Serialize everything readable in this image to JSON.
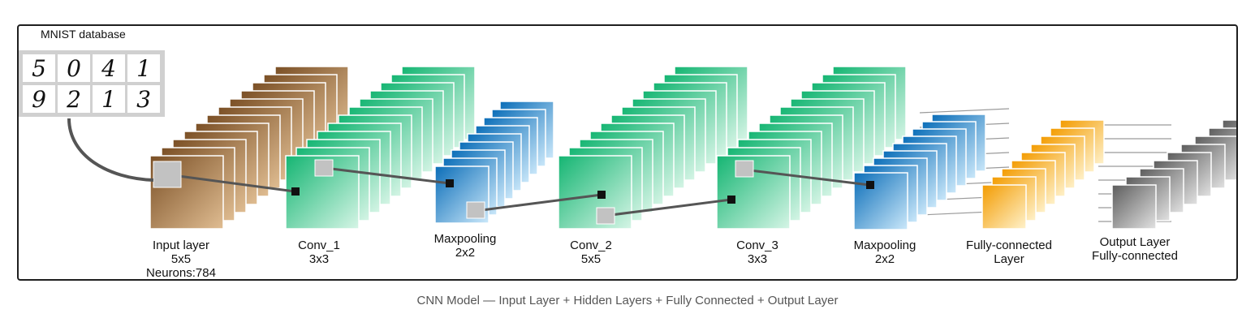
{
  "diagram": {
    "mnist_title": "MNIST database",
    "digits_row1": [
      "5",
      "0",
      "4",
      "1"
    ],
    "digits_row2": [
      "9",
      "2",
      "1",
      "3"
    ],
    "layers": [
      {
        "lines": [
          "Input layer",
          "5x5",
          "Neurons:784"
        ],
        "color": "#a87845"
      },
      {
        "lines": [
          "Conv_1",
          "3x3"
        ],
        "color": "#2ec98a"
      },
      {
        "lines": [
          "Maxpooling",
          "2x2"
        ],
        "color": "#1f87d0"
      },
      {
        "lines": [
          "Conv_2",
          "5x5"
        ],
        "color": "#2ec98a"
      },
      {
        "lines": [
          "Conv_3",
          "3x3"
        ],
        "color": "#2ec98a"
      },
      {
        "lines": [
          "Maxpooling",
          "2x2"
        ],
        "color": "#1f87d0"
      },
      {
        "lines": [
          "Fully-connected",
          "Layer"
        ],
        "color": "#f6a81c"
      },
      {
        "lines": [
          "Output Layer",
          "Fully-connected"
        ],
        "color": "#808080"
      }
    ]
  },
  "caption": "CNN Model — Input Layer + Hidden Layers + Fully Connected + Output Layer"
}
